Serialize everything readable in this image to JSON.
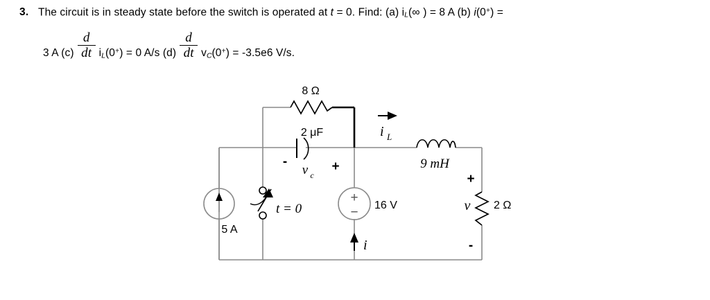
{
  "problem": {
    "number": "3.",
    "line1": {
      "seg1": "The circuit is in steady state before the switch is operated at ",
      "t": "t",
      "seg2": " = 0. Find: (a) i",
      "sub_L": "L",
      "seg3": "(",
      "infinity": "∞",
      "seg4": " ) = 8 A (b) ",
      "i_ital": "i",
      "seg5": "(0",
      "sup_plus": "+",
      "seg6": ") ="
    },
    "line2": {
      "seg1": "3 A (c)",
      "frac1_num": "d",
      "frac1_den": "dt",
      "seg2": "i",
      "sub_L": "L",
      "seg3": "(0",
      "sup_plus1": "+",
      "seg4": ") = 0 A/s (d)",
      "frac2_num": "d",
      "frac2_den": "dt",
      "seg5": "v",
      "sub_C": "C",
      "seg6": "(0",
      "sup_plus2": "+",
      "seg7": ") = -3.5e6 V/s."
    }
  },
  "circuit": {
    "components": {
      "resistor_top": {
        "label": "8 Ω"
      },
      "capacitor": {
        "label": "2 μF",
        "voltage": "v",
        "voltage_sub": "c",
        "polarity_minus": "-",
        "polarity_plus": "+"
      },
      "current_source": {
        "label": "5 A"
      },
      "switch": {
        "label": "t = 0"
      },
      "voltage_source": {
        "label": "16 V",
        "plus": "+",
        "minus": "−"
      },
      "branch_current": {
        "label": "i"
      },
      "inductor": {
        "label": "9 mH"
      },
      "inductor_current": {
        "label": "i",
        "sub": "L"
      },
      "resistor_right": {
        "label": "2 Ω",
        "voltage": "v",
        "plus": "+",
        "minus": "-"
      }
    },
    "colors": {
      "wire": "#8a8a8a",
      "wire_dark": "#000000",
      "text": "#000000"
    }
  }
}
